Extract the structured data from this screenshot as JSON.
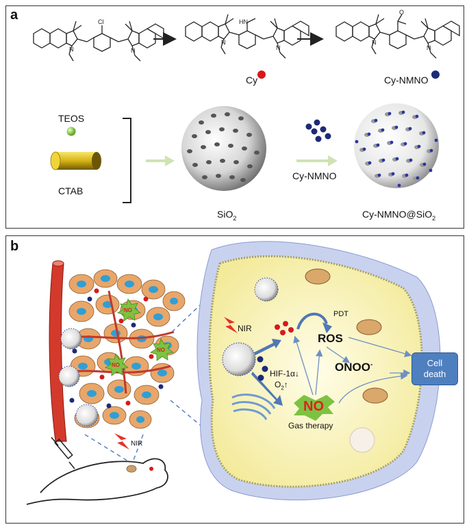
{
  "panel_a": {
    "label": "a",
    "cy_label": "Cy",
    "cynmno_label": "Cy-NMNO",
    "teos_label": "TEOS",
    "ctab_label": "CTAB",
    "sio2_label_main": "SiO",
    "sio2_sub": "2",
    "arrow_reagent": "Cy-NMNO",
    "product_main": "Cy-NMNO@SiO",
    "product_sub": "2",
    "atoms": {
      "cl": "Cl",
      "hn": "HN",
      "n_o": "O",
      "n_plus": "N",
      "n": "N"
    }
  },
  "panel_b": {
    "label": "b",
    "no_badge": "NO",
    "nir_left": "NIR",
    "nir_cell": "NIR",
    "pdt": "PDT",
    "ros": "ROS",
    "onoo": "ONOO",
    "onoo_sup": "-",
    "hif": "HIF-1α↓",
    "o2_main": "O",
    "o2_sub": "2",
    "o2_arrow": "↑",
    "no_big": "NO",
    "gas_therapy": "Gas therapy",
    "cell_death": "Cell death"
  },
  "colors": {
    "red_dot": "#d7191c",
    "blue_dot": "#1c2a78",
    "green_ball": "#9ad84a",
    "ctab_yellow": "#e3c21b",
    "cell_yellow": "#fbf6c4",
    "cell_outer": "#b7c3e6",
    "cell_death_box": "#4e7fbf",
    "no_star": "#7dc242",
    "no_text": "#e02020",
    "arrow_blue": "#4f78b5"
  }
}
